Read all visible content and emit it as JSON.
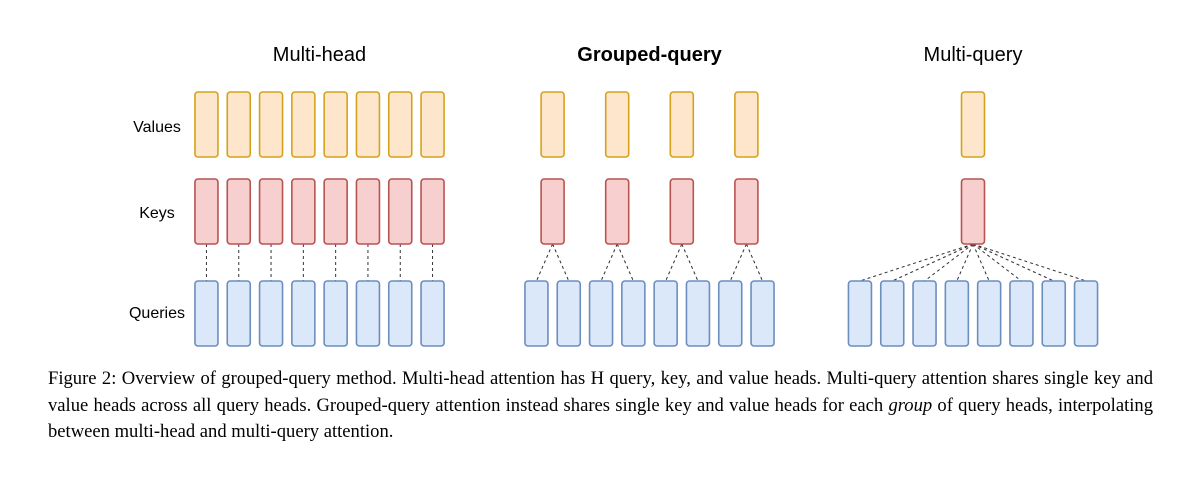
{
  "diagram": {
    "panels": [
      {
        "id": "multi-head",
        "title": "Multi-head",
        "bold": false,
        "num_values": 8,
        "num_keys": 8,
        "num_queries": 8,
        "query_group_size": 1
      },
      {
        "id": "grouped-query",
        "title": "Grouped-query",
        "bold": true,
        "num_values": 4,
        "num_keys": 4,
        "num_queries": 8,
        "query_group_size": 2
      },
      {
        "id": "multi-query",
        "title": "Multi-query",
        "bold": false,
        "num_values": 1,
        "num_keys": 1,
        "num_queries": 8,
        "query_group_size": 8
      }
    ],
    "row_labels": {
      "values": "Values",
      "keys": "Keys",
      "queries": "Queries"
    },
    "colors": {
      "values_fill": "#fde6cb",
      "values_stroke": "#d6a21d",
      "keys_fill": "#f7cfcf",
      "keys_stroke": "#b85450",
      "queries_fill": "#dbe8fa",
      "queries_stroke": "#6c8ebf",
      "connector": "#333333"
    },
    "connector_style": "dashed"
  },
  "caption": {
    "prefix": "Figure 2: Overview of grouped-query method. Multi-head attention has H query, key, and value heads. Multi-query attention shares single key and value heads across all query heads. Grouped-query attention instead shares single key and value heads for each ",
    "emphasis": "group",
    "suffix": " of query heads, interpolating between multi-head and multi-query attention."
  }
}
